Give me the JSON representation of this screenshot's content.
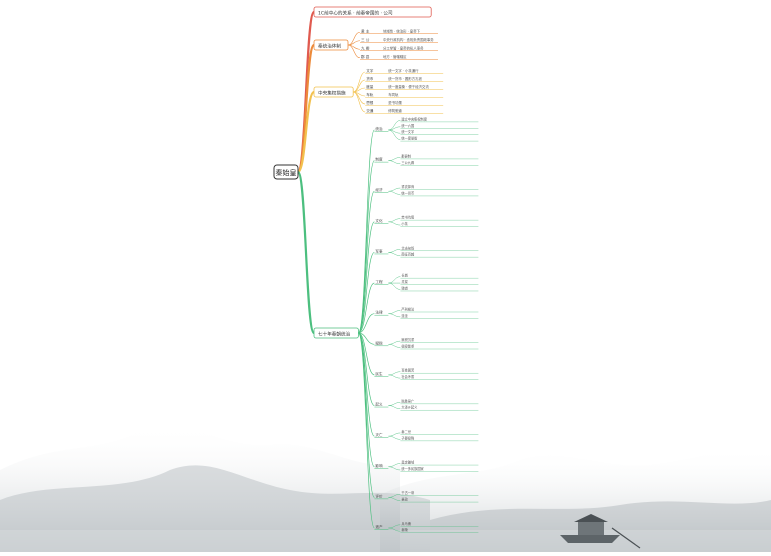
{
  "root": {
    "label": "秦始皇"
  },
  "branches": [
    {
      "label": "1C前中心的关系 · 前秦帝国的 · 公司",
      "color": "#e05a4f",
      "children": []
    },
    {
      "label": "秦统治体制",
      "color": "#ec8a3a",
      "children": [
        {
          "label": "君 主",
          "note": "地域性 · 统治形 · 皇帝下"
        },
        {
          "label": "三 公",
          "note": "中央行政机构 · 丞相负责国政事务"
        },
        {
          "label": "九 卿",
          "note": "分工掌管 · 皇帝的私人事务"
        },
        {
          "label": "郡 县",
          "note": "地方 · 管辖辖区"
        }
      ]
    },
    {
      "label": "中央集权措施",
      "color": "#f2c14e",
      "children": [
        {
          "label": "文字",
          "note": "统一文字 · 小篆通行"
        },
        {
          "label": "货币",
          "note": "统一货币 · 圆形方孔钱"
        },
        {
          "label": "度量",
          "note": "统一度量衡 · 便于经济交流"
        },
        {
          "label": "车轨",
          "note": "车同轨"
        },
        {
          "label": "思想",
          "note": "焚书坑儒"
        },
        {
          "label": "交通",
          "note": "修筑驰道"
        }
      ]
    },
    {
      "label": "七十年秦朝统治",
      "color": "#4cbf7f",
      "children": [
        {
          "label": "统治",
          "subs": [
            "建立中央集权制度",
            "统一六国",
            "统一文字",
            "统一度量衡"
          ]
        },
        {
          "label": "制度",
          "subs": [
            "郡县制",
            "三公九卿"
          ]
        },
        {
          "label": "经济",
          "subs": [
            "重农抑商",
            "统一货币"
          ]
        },
        {
          "label": "文化",
          "subs": [
            "焚书坑儒",
            "小篆"
          ]
        },
        {
          "label": "军事",
          "subs": [
            "北击匈奴",
            "南征百越"
          ]
        },
        {
          "label": "工程",
          "subs": [
            "长城",
            "灵渠",
            "驰道"
          ]
        },
        {
          "label": "法律",
          "subs": [
            "严刑峻法",
            "连坐"
          ]
        },
        {
          "label": "赋税",
          "subs": [
            "赋税沉重",
            "徭役繁重"
          ]
        },
        {
          "label": "民生",
          "subs": [
            "百姓困苦",
            "社会矛盾"
          ]
        },
        {
          "label": "起义",
          "subs": [
            "陈胜吴广",
            "大泽乡起义"
          ]
        },
        {
          "label": "灭亡",
          "subs": [
            "秦二世",
            "子婴投降"
          ]
        },
        {
          "label": "影响",
          "subs": [
            "奠定疆域",
            "统一多民族国家"
          ]
        },
        {
          "label": "评价",
          "subs": [
            "千古一帝",
            "暴政"
          ]
        },
        {
          "label": "遗产",
          "subs": [
            "兵马俑",
            "秦陵"
          ]
        }
      ]
    }
  ]
}
